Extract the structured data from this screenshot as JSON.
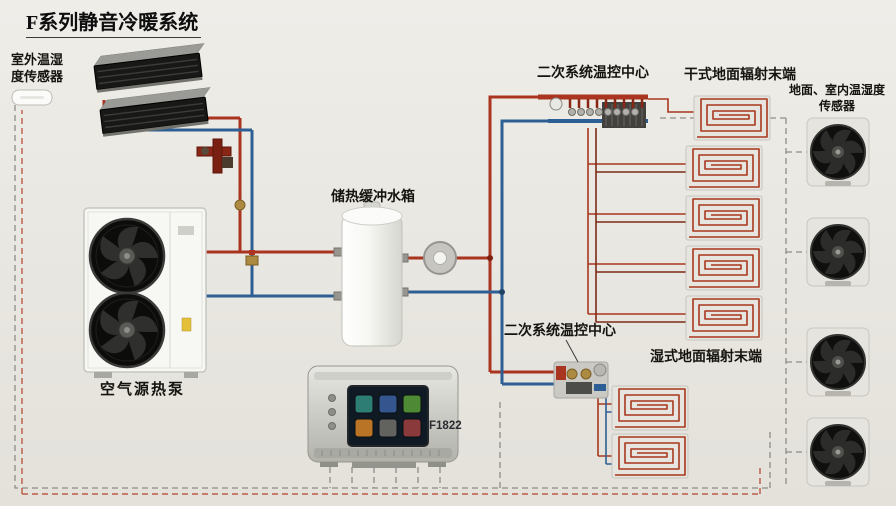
{
  "title": "F系列静音冷暖系统",
  "labels": {
    "outdoor_sensor": "室外温湿\n度传感器",
    "buffer_tank": "储热缓冲水箱",
    "heat_pump": "空气源热泵",
    "control_center_top": "二次系统温控中心",
    "dry_radiant_end": "干式地面辐射末端",
    "indoor_sensor": "地面、室内温湿度\n传感器",
    "control_center_bottom": "二次系统温控中心",
    "wet_radiant_end": "湿式地面辐射末端",
    "controller_model": "F1822"
  },
  "colors": {
    "background": "#e9e7e2",
    "hot_pipe": "#a93420",
    "cold_pipe": "#2e5f94",
    "control_wire": "#8f8d87",
    "control_wire_alt": "#b5422c"
  },
  "equipment": [
    {
      "name": "outdoor-temp-humidity-sensor",
      "count": 1
    },
    {
      "name": "ducted-fan-coil-unit",
      "count": 2
    },
    {
      "name": "air-source-heat-pump",
      "count": 1
    },
    {
      "name": "thermal-buffer-tank",
      "count": 1
    },
    {
      "name": "circulation-pump",
      "count": 1
    },
    {
      "name": "controller",
      "model": "F1822"
    },
    {
      "name": "secondary-control-center",
      "count": 2
    },
    {
      "name": "dry-floor-radiant-coil",
      "count": 5
    },
    {
      "name": "wet-floor-radiant-coil",
      "count": 2
    },
    {
      "name": "indoor-temp-humidity-sensor",
      "count": 4
    }
  ]
}
